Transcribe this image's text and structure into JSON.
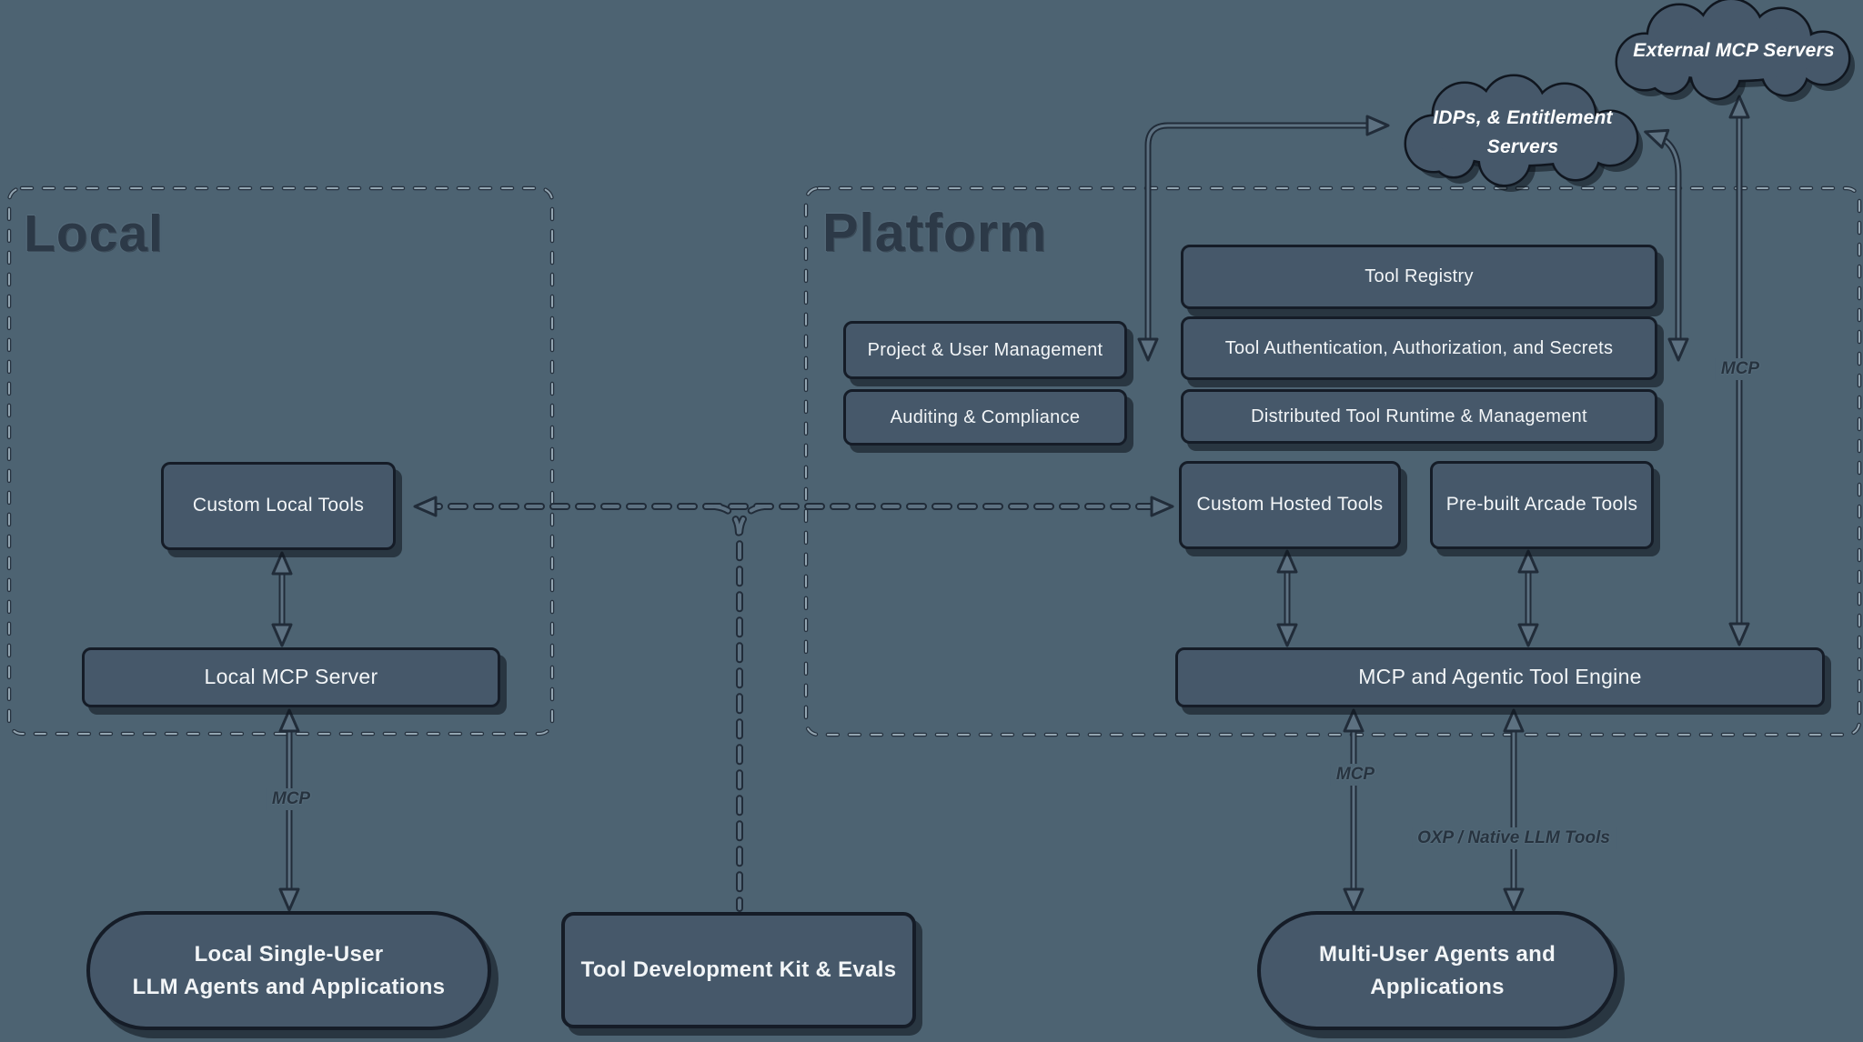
{
  "diagram": {
    "titles": {
      "local": "Local",
      "platform": "Platform"
    },
    "clouds": {
      "external": {
        "lines": [
          "External MCP Servers"
        ]
      },
      "idps": {
        "lines": [
          "IDPs, & Entitlement",
          "Servers"
        ]
      }
    },
    "nodes": {
      "custom_local": {
        "label": "Custom Local Tools"
      },
      "local_mcp": {
        "label": "Local MCP Server"
      },
      "local_agents": {
        "lines": [
          "Local Single-User",
          "LLM Agents and Applications"
        ]
      },
      "tdk": {
        "label": "Tool Development Kit & Evals"
      },
      "project_user": {
        "label": "Project & User Management"
      },
      "auditing": {
        "label": "Auditing & Compliance"
      },
      "tool_registry": {
        "label": "Tool Registry"
      },
      "tool_auth": {
        "label": "Tool Authentication, Authorization, and Secrets"
      },
      "distributed": {
        "label": "Distributed Tool Runtime & Management"
      },
      "custom_hosted": {
        "label": "Custom Hosted Tools"
      },
      "prebuilt": {
        "label": "Pre-built Arcade Tools"
      },
      "engine": {
        "label": "MCP and Agentic Tool Engine"
      },
      "multi_agents": {
        "lines": [
          "Multi-User Agents and",
          "Applications"
        ]
      }
    },
    "edge_labels": {
      "mcp_local": "MCP",
      "mcp_multi": "MCP",
      "mcp_external": "MCP",
      "oxp": "OXP / Native LLM Tools"
    },
    "colors": {
      "background": "#4d6372",
      "node_fill": "#46586a",
      "node_border": "#151c27",
      "node_text": "#f2f5f7",
      "title_text": "#2c3947",
      "edge_dark": "#212c39",
      "edge_light": "#5d7181",
      "container_dash_light": "#93a5b1",
      "cloud_text": "#ffffff"
    }
  }
}
